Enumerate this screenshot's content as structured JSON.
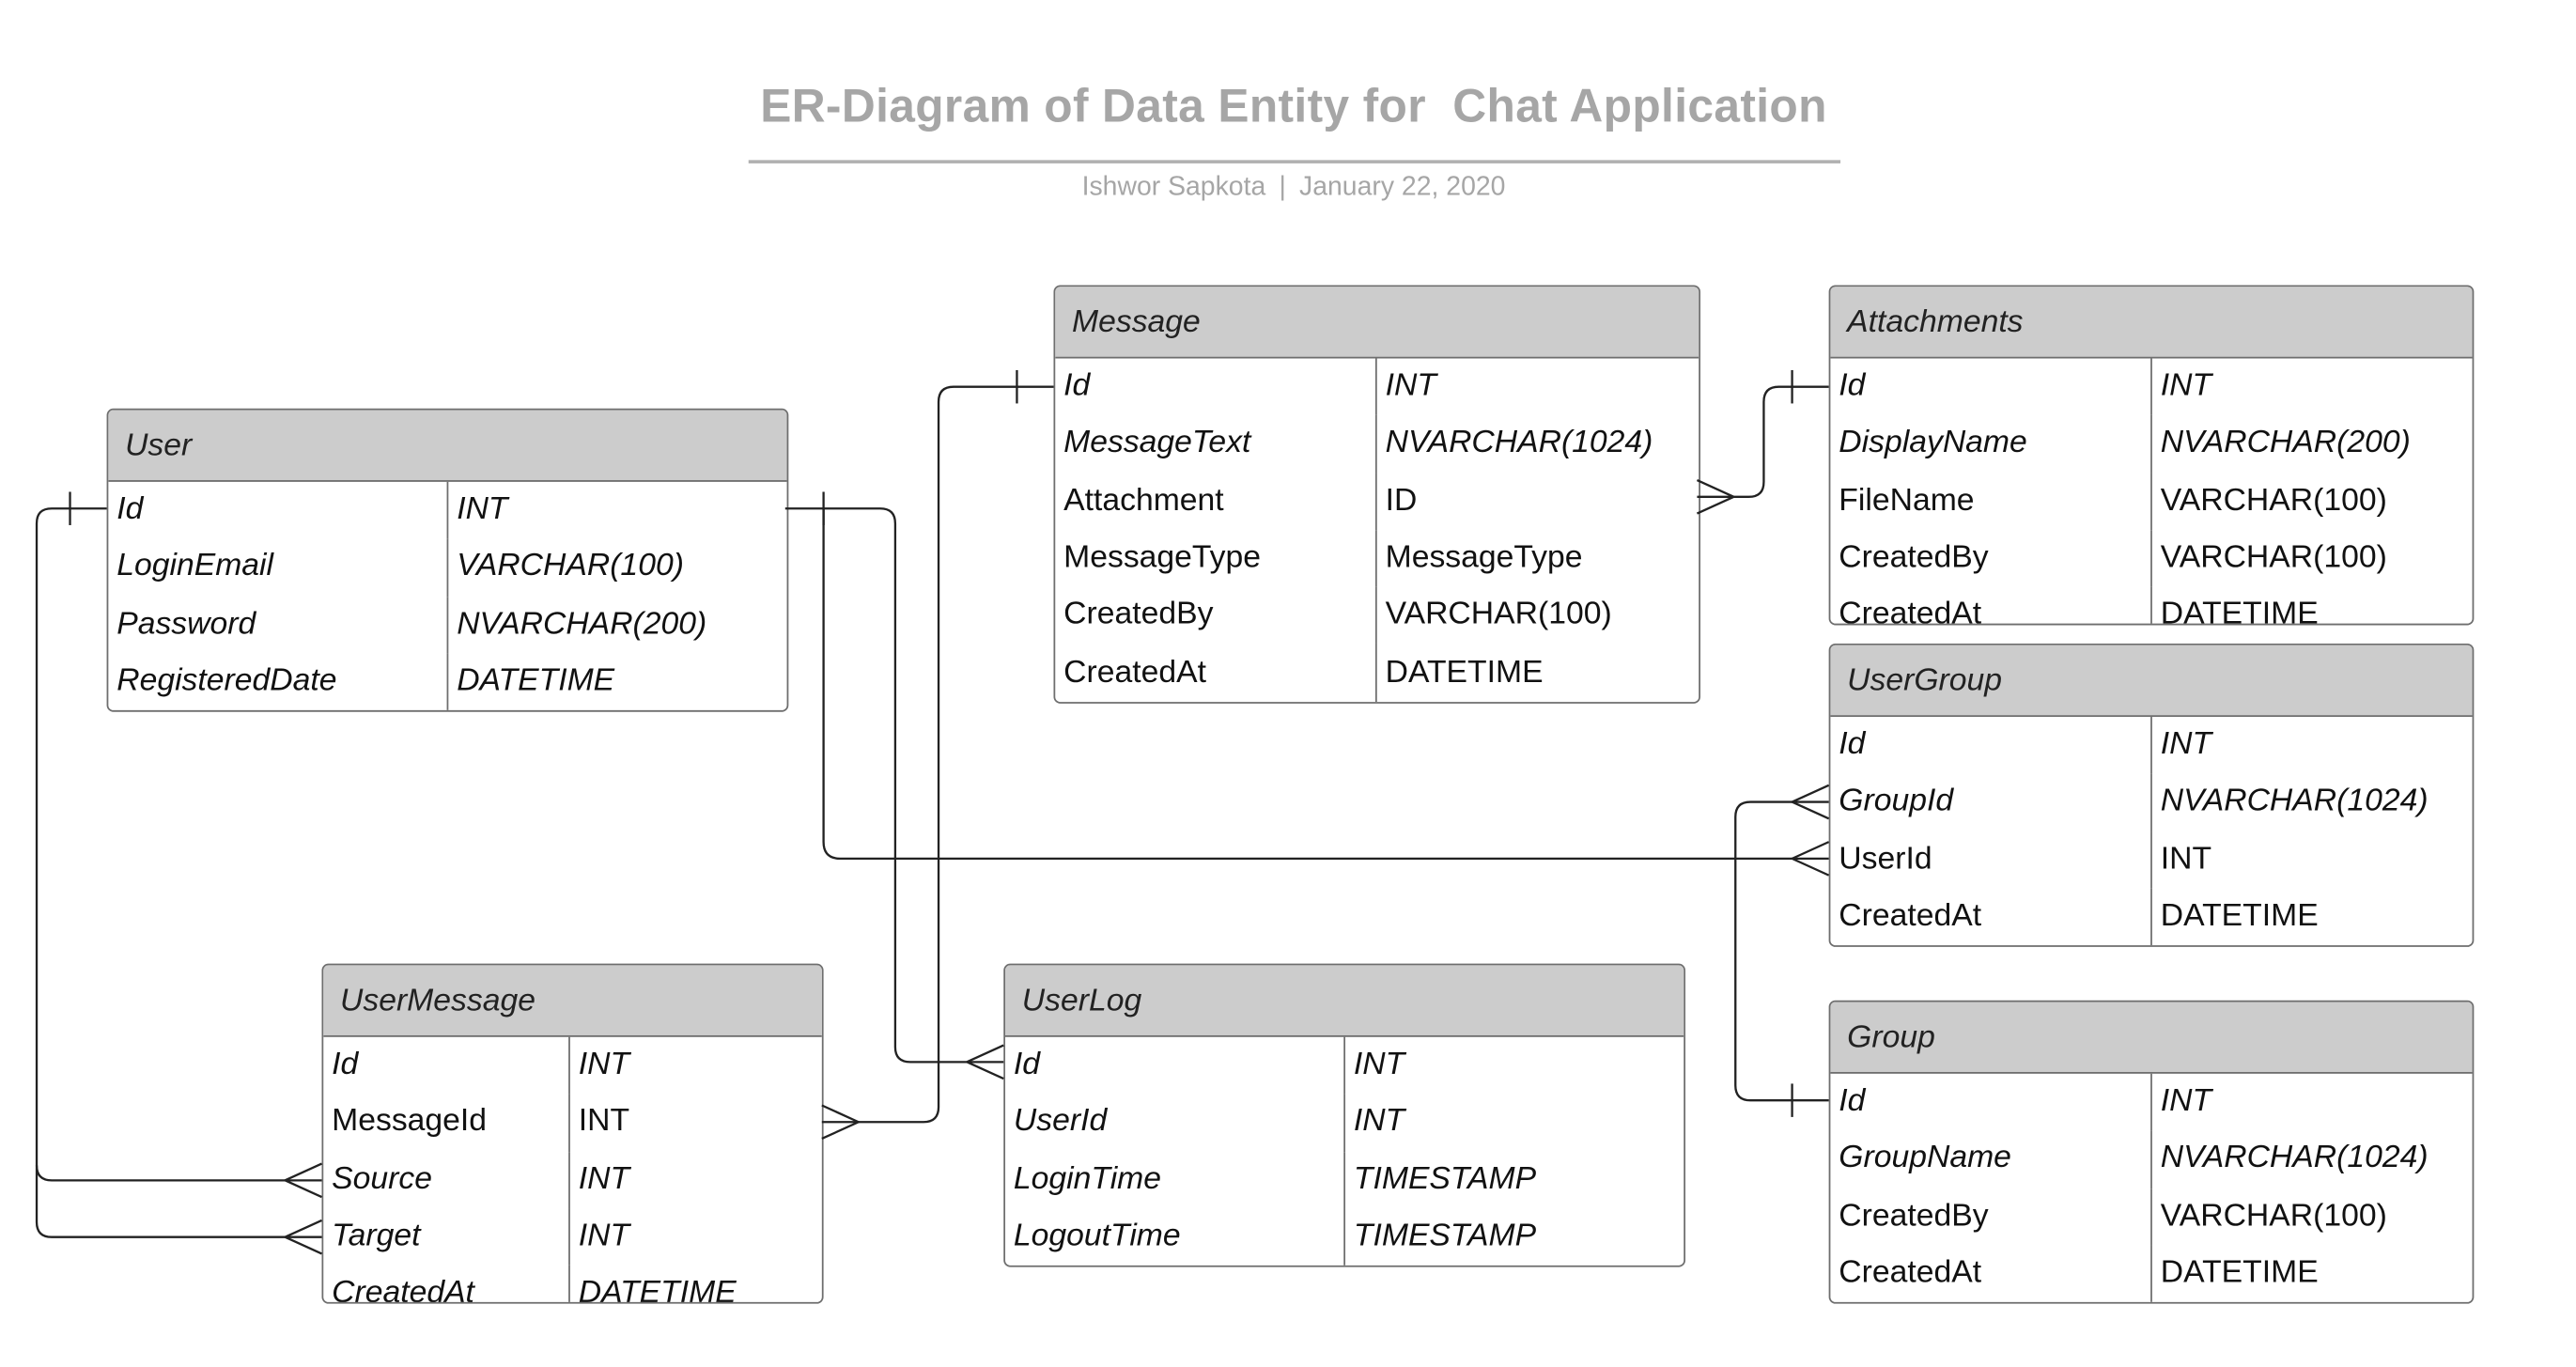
{
  "header": {
    "title": "ER-Diagram of Data Entity for  Chat Application",
    "author": "Ishwor Sapkota",
    "separator": "|",
    "date": "January 22, 2020"
  },
  "entities": {
    "user": {
      "name": "User",
      "fields": [
        {
          "name": "Id",
          "type": "INT",
          "italic": true
        },
        {
          "name": "LoginEmail",
          "type": "VARCHAR(100)",
          "italic": true
        },
        {
          "name": "Password",
          "type": "NVARCHAR(200)",
          "italic": true
        },
        {
          "name": "RegisteredDate",
          "type": "DATETIME",
          "italic": true
        }
      ]
    },
    "message": {
      "name": "Message",
      "fields": [
        {
          "name": "Id",
          "type": "INT",
          "italic": true
        },
        {
          "name": "MessageText",
          "type": "NVARCHAR(1024)",
          "italic": true
        },
        {
          "name": "Attachment",
          "type": "ID",
          "italic": false
        },
        {
          "name": "MessageType",
          "type": "MessageType",
          "italic": false
        },
        {
          "name": "CreatedBy",
          "type": "VARCHAR(100)",
          "italic": false
        },
        {
          "name": "CreatedAt",
          "type": "DATETIME",
          "italic": false
        }
      ]
    },
    "attachments": {
      "name": "Attachments",
      "fields": [
        {
          "name": "Id",
          "type": "INT",
          "italic": true
        },
        {
          "name": "DisplayName",
          "type": "NVARCHAR(200)",
          "italic": true
        },
        {
          "name": "FileName",
          "type": "VARCHAR(100)",
          "italic": false
        },
        {
          "name": "CreatedBy",
          "type": "VARCHAR(100)",
          "italic": false
        },
        {
          "name": "CreatedAt",
          "type": "DATETIME",
          "italic": false
        }
      ]
    },
    "usergroup": {
      "name": "UserGroup",
      "fields": [
        {
          "name": "Id",
          "type": "INT",
          "italic": true
        },
        {
          "name": "GroupId",
          "type": "NVARCHAR(1024)",
          "italic": true
        },
        {
          "name": "UserId",
          "type": "INT",
          "italic": false
        },
        {
          "name": "CreatedAt",
          "type": "DATETIME",
          "italic": false
        }
      ]
    },
    "group": {
      "name": "Group",
      "fields": [
        {
          "name": "Id",
          "type": "INT",
          "italic": true
        },
        {
          "name": "GroupName",
          "type": "NVARCHAR(1024)",
          "italic": true
        },
        {
          "name": "CreatedBy",
          "type": "VARCHAR(100)",
          "italic": false
        },
        {
          "name": "CreatedAt",
          "type": "DATETIME",
          "italic": false
        }
      ]
    },
    "usermessage": {
      "name": "UserMessage",
      "fields": [
        {
          "name": "Id",
          "type": "INT",
          "italic": true
        },
        {
          "name": "MessageId",
          "type": "INT",
          "italic": false
        },
        {
          "name": "Source",
          "type": "INT",
          "italic": true
        },
        {
          "name": "Target",
          "type": "INT",
          "italic": true
        },
        {
          "name": "CreatedAt",
          "type": "DATETIME",
          "italic": true
        }
      ]
    },
    "userlog": {
      "name": "UserLog",
      "fields": [
        {
          "name": "Id",
          "type": "INT",
          "italic": true
        },
        {
          "name": "UserId",
          "type": "INT",
          "italic": true
        },
        {
          "name": "LoginTime",
          "type": "TIMESTAMP",
          "italic": true
        },
        {
          "name": "LogoutTime",
          "type": "TIMESTAMP",
          "italic": true
        }
      ]
    }
  },
  "relationships": [
    {
      "from": "User.Id",
      "to": "UserMessage.Source",
      "cardinality": "one-to-many"
    },
    {
      "from": "User.Id",
      "to": "UserMessage.Target",
      "cardinality": "one-to-many"
    },
    {
      "from": "User.Id",
      "to": "UserLog.Id",
      "cardinality": "one-to-many"
    },
    {
      "from": "User.Id",
      "to": "UserGroup.UserId",
      "cardinality": "one-to-many"
    },
    {
      "from": "Message.Id",
      "to": "UserMessage.MessageId",
      "cardinality": "one-to-many"
    },
    {
      "from": "Attachments.Id",
      "to": "Message.Attachment",
      "cardinality": "one-to-many"
    },
    {
      "from": "Group.Id",
      "to": "UserGroup.GroupId",
      "cardinality": "one-to-many"
    }
  ]
}
